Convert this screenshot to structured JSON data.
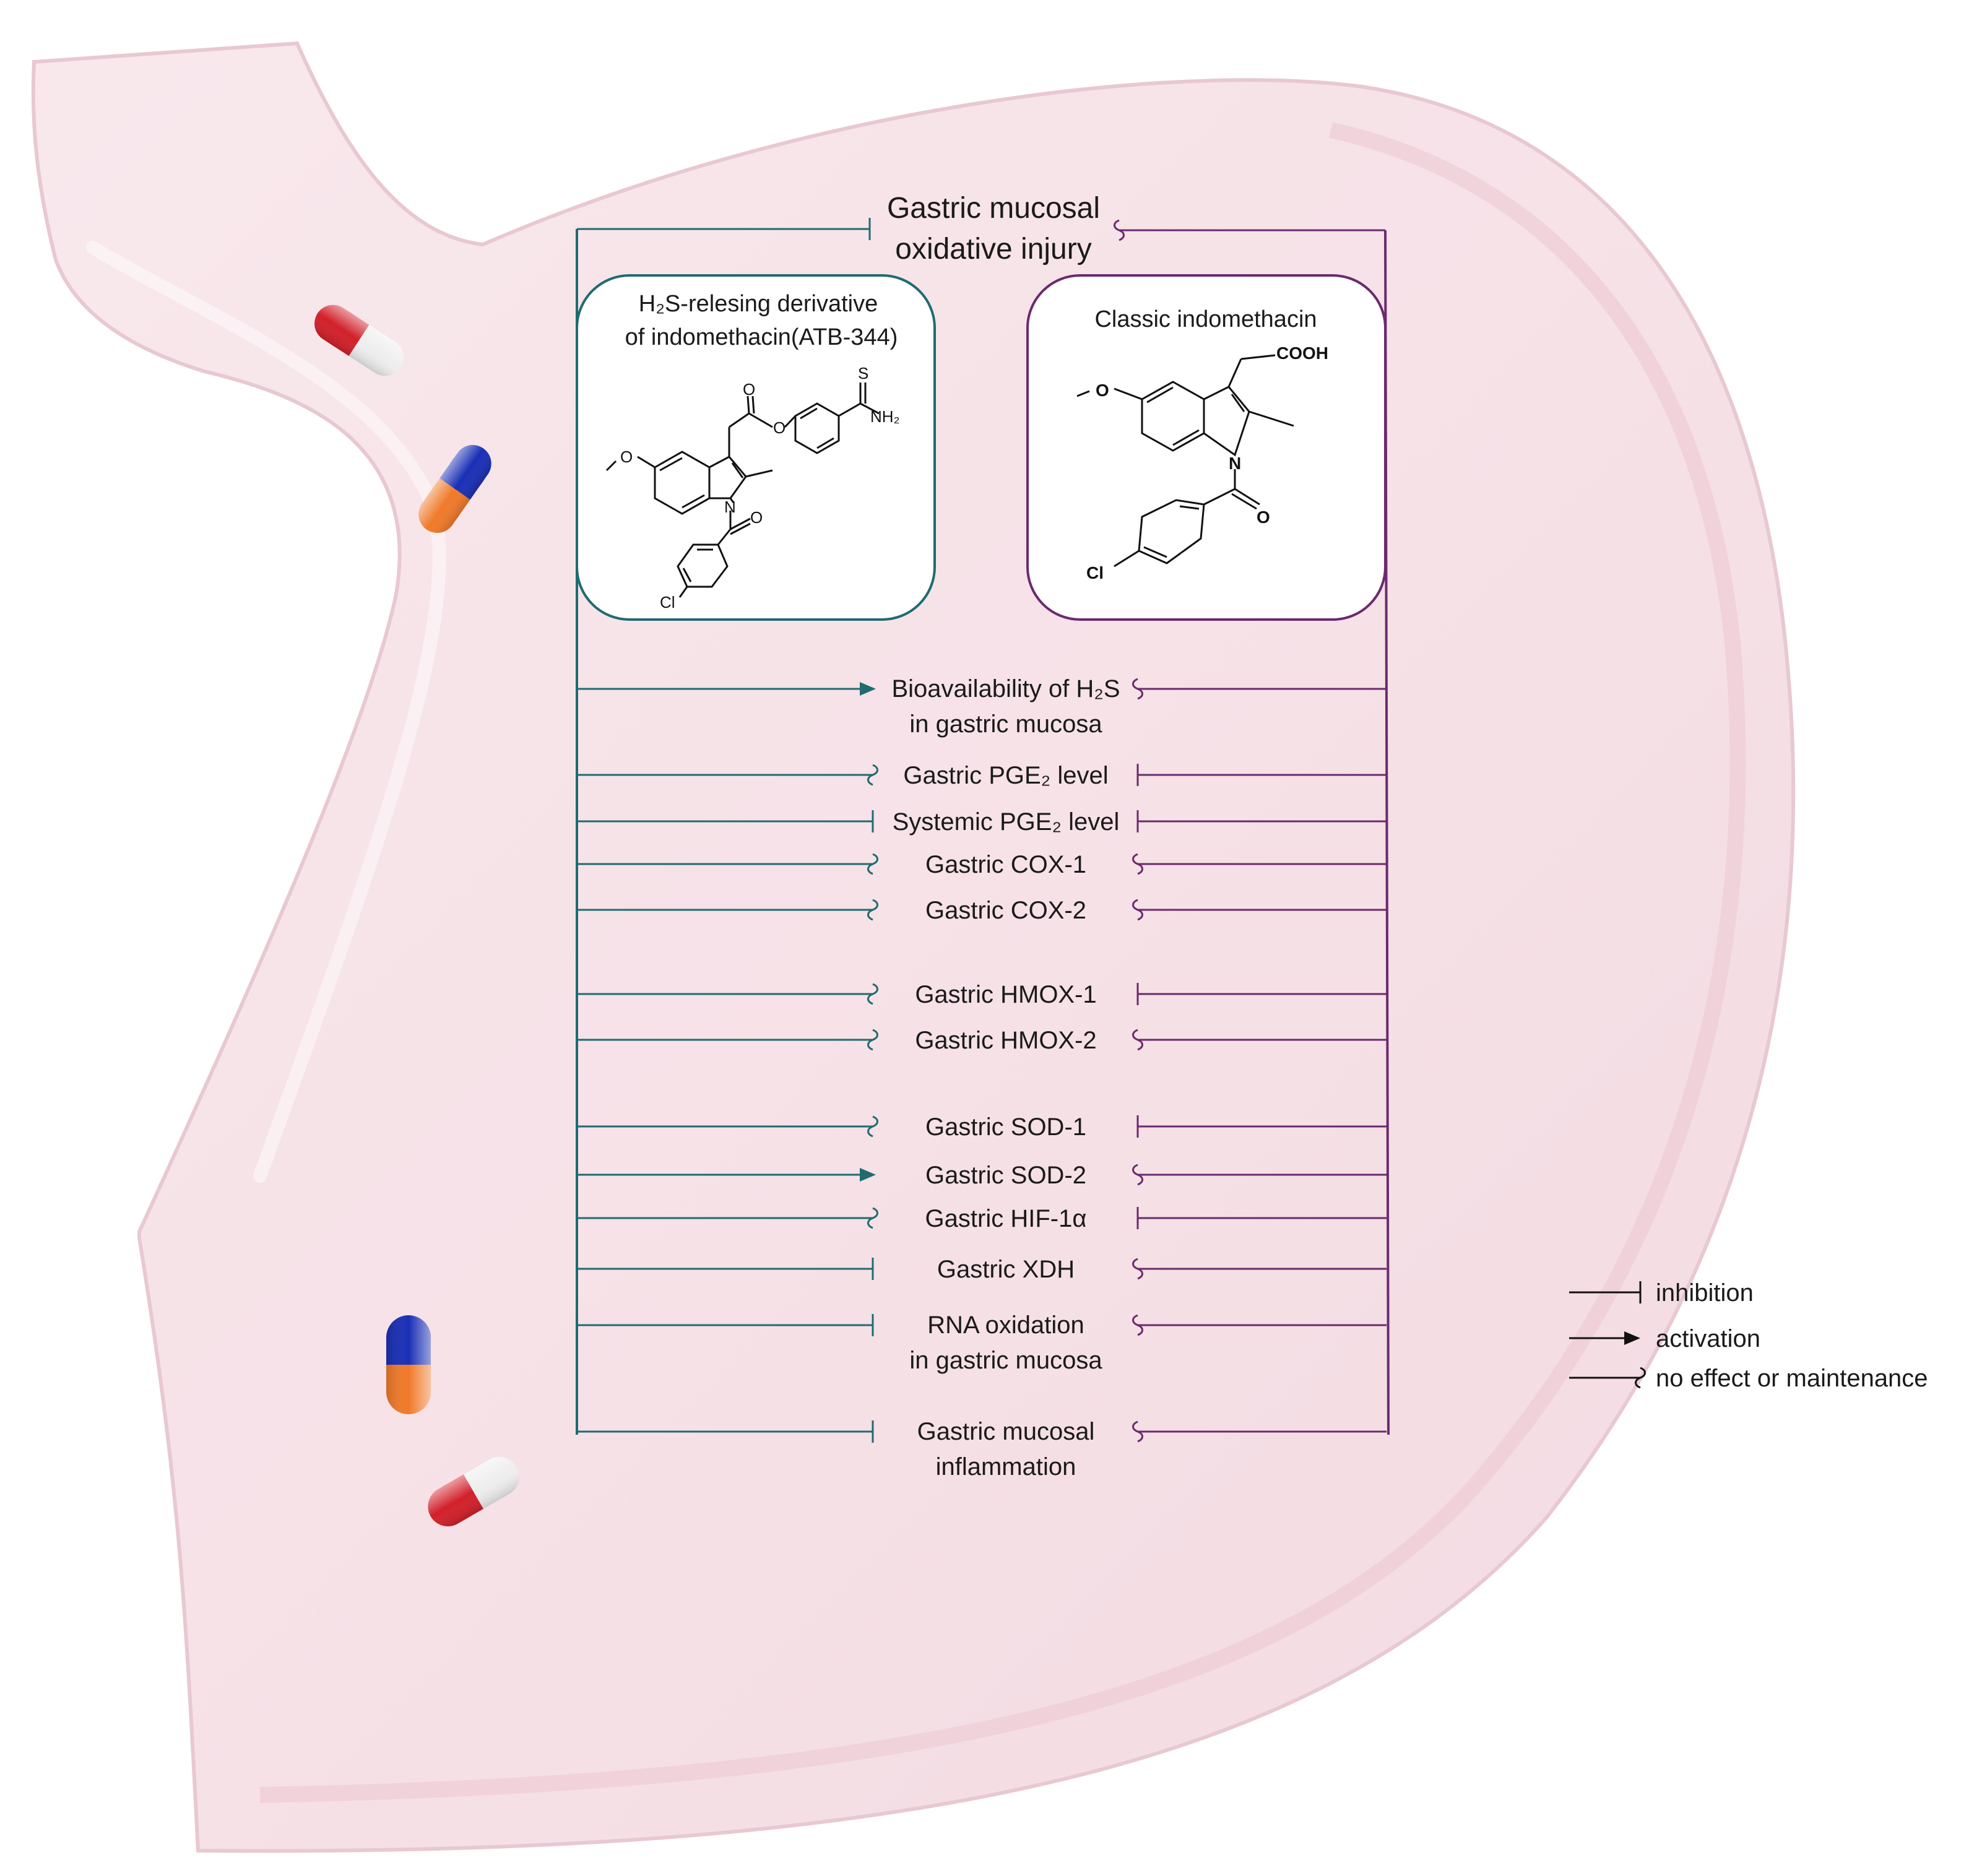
{
  "title": {
    "line1": "Gastric mucosal",
    "line2": "oxidative injury",
    "left_effect": "inhibition",
    "right_effect": "no effect or maintenance"
  },
  "drugs": {
    "left": {
      "title_line1_sub": "H₂S-relesing derivative",
      "title_line2": "of indomethacin(ATB-344)",
      "color": "#1f6b70",
      "atoms": {
        "o1": "O",
        "o2": "O",
        "s": "S",
        "nh2": "NH₂",
        "o3": "O",
        "n": "N",
        "o4": "O",
        "cl": "Cl"
      }
    },
    "right": {
      "title": "Classic indomethacin",
      "color": "#6b2a6e",
      "atoms": {
        "cooh": "COOH",
        "o1": "O",
        "n": "N",
        "o2": "O",
        "cl": "Cl"
      }
    }
  },
  "targets": [
    {
      "line1": "Bioavailability of H₂S",
      "line2": "in gastric mucosa",
      "left": "activation",
      "right": "no effect or maintenance"
    },
    {
      "line1": "Gastric PGE₂ level",
      "line2": "",
      "left": "no effect or maintenance",
      "right": "inhibition"
    },
    {
      "line1": "Systemic PGE₂ level",
      "line2": "",
      "left": "inhibition",
      "right": "inhibition"
    },
    {
      "line1": "Gastric COX-1",
      "line2": "",
      "left": "no effect or maintenance",
      "right": "no effect or maintenance"
    },
    {
      "line1": "Gastric COX-2",
      "line2": "",
      "left": "no effect or maintenance",
      "right": "no effect or maintenance"
    },
    {
      "line1": "Gastric HMOX-1",
      "line2": "",
      "left": "no effect or maintenance",
      "right": "inhibition"
    },
    {
      "line1": "Gastric HMOX-2",
      "line2": "",
      "left": "no effect or maintenance",
      "right": "no effect or maintenance"
    },
    {
      "line1": "Gastric SOD-1",
      "line2": "",
      "left": "no effect or maintenance",
      "right": "inhibition"
    },
    {
      "line1": "Gastric SOD-2",
      "line2": "",
      "left": "activation",
      "right": "no effect or maintenance"
    },
    {
      "line1": "Gastric HIF-1α",
      "line2": "",
      "left": "no effect or maintenance",
      "right": "inhibition"
    },
    {
      "line1": "Gastric XDH",
      "line2": "",
      "left": "inhibition",
      "right": "no effect or maintenance"
    },
    {
      "line1": "RNA oxidation",
      "line2": "in gastric mucosa",
      "left": "inhibition",
      "right": "no effect or maintenance"
    },
    {
      "line1": "Gastric mucosal",
      "line2": "inflammation",
      "left": "inhibition",
      "right": "no effect or maintenance"
    }
  ],
  "legend": [
    {
      "type": "inhibition",
      "label": "inhibition"
    },
    {
      "type": "activation",
      "label": "activation"
    },
    {
      "type": "no effect or maintenance",
      "label": "no effect or maintenance"
    }
  ],
  "colors": {
    "stomach_fill": "#f5e1e6",
    "stomach_edge": "#e2b9c4",
    "left_line": "#1f6b70",
    "right_line": "#6b2a6e",
    "capsule_red": "#d2202a",
    "capsule_white": "#eeeeee",
    "capsule_blue": "#1a2fb5",
    "capsule_orange": "#f07a2a"
  }
}
